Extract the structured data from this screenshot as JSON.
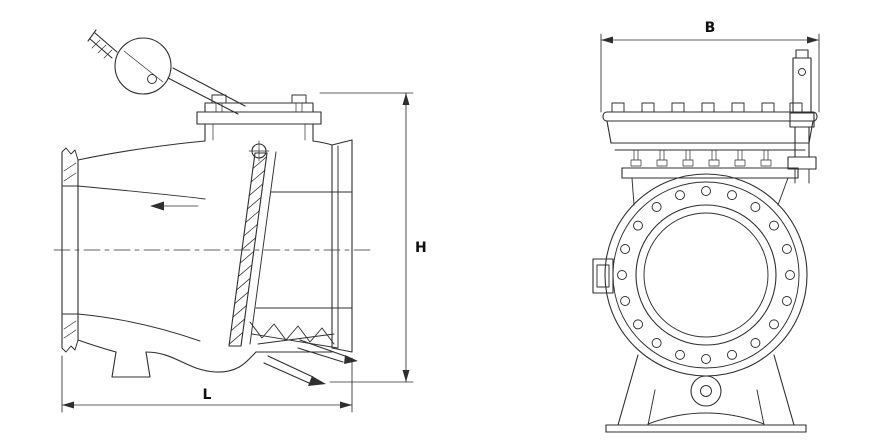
{
  "drawing": {
    "background": "#ffffff",
    "line_color": "#2f2f2f",
    "labels": {
      "B": "B",
      "H": "H",
      "L": "L"
    }
  }
}
